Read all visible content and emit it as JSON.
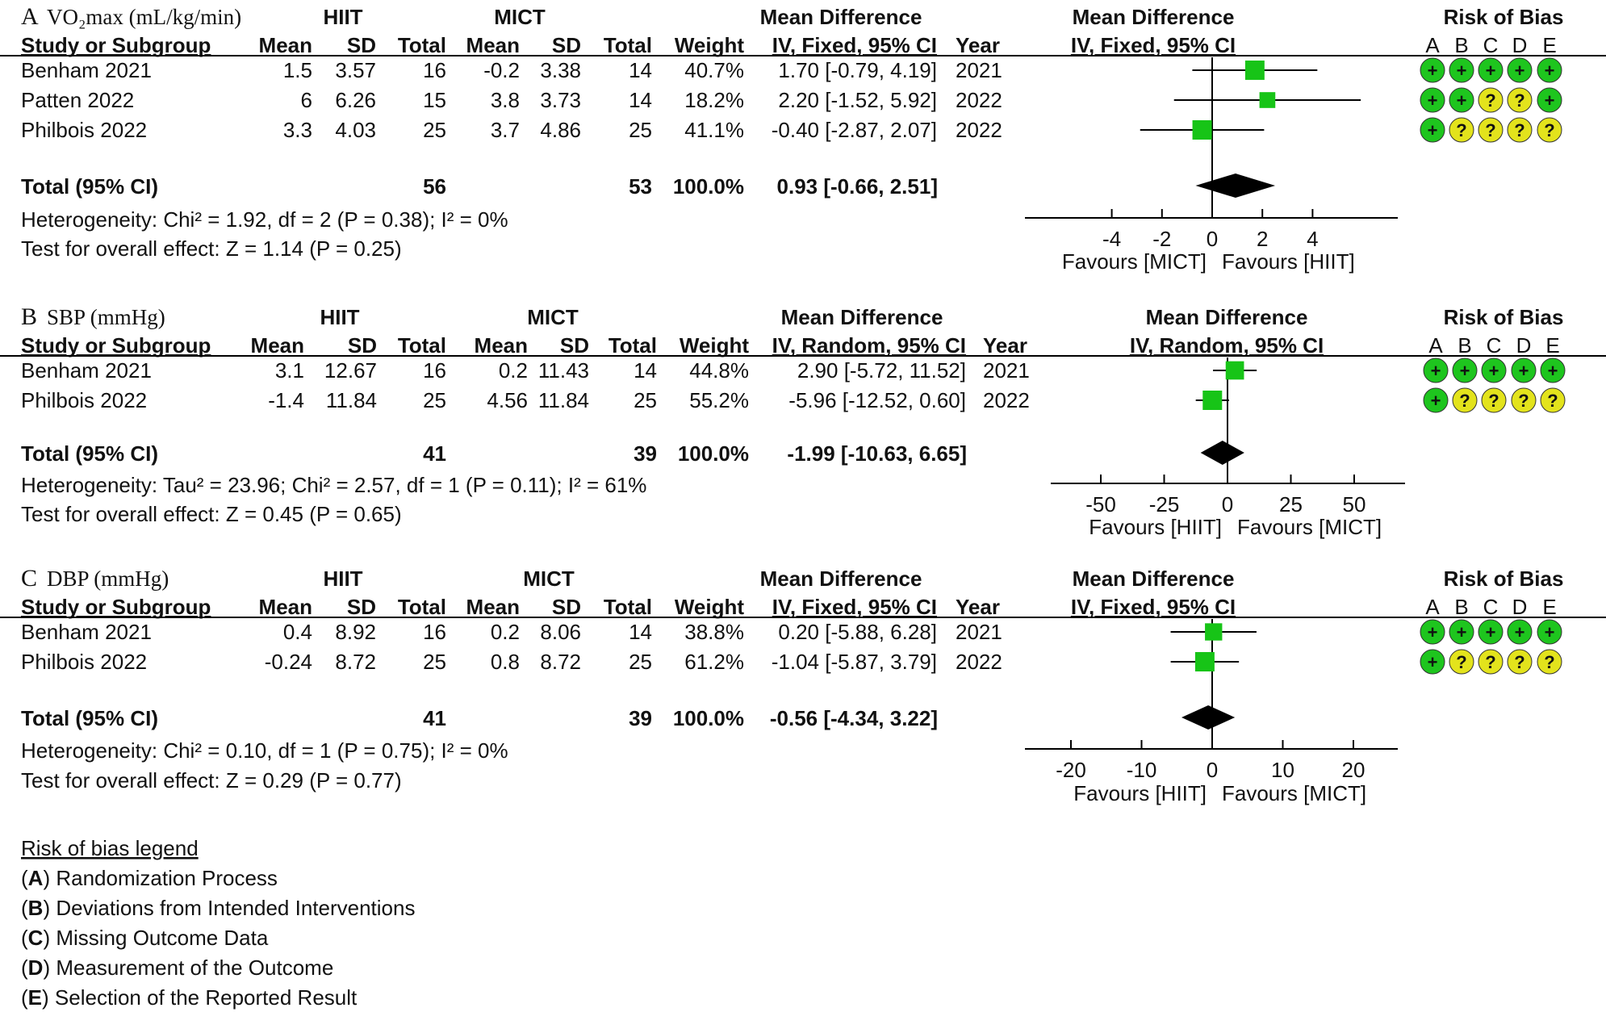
{
  "panels": [
    {
      "letter": "A",
      "outcome": "VO₂max (mL/kg/min)",
      "group1": "HIIT",
      "group2": "MICT",
      "md_header": "Mean Difference",
      "method": "IV, Fixed, 95% CI",
      "year_header": "Year",
      "col_headers": [
        "Study or Subgroup",
        "Mean",
        "SD",
        "Total",
        "Mean",
        "SD",
        "Total",
        "Weight"
      ],
      "studies": [
        {
          "name": "Benham 2021",
          "m1": "1.5",
          "sd1": "3.57",
          "n1": "16",
          "m2": "-0.2",
          "sd2": "3.38",
          "n2": "14",
          "weight": "40.7%",
          "ci_text": "1.70 [-0.79, 4.19]",
          "year": "2021"
        },
        {
          "name": "Patten 2022",
          "m1": "6",
          "sd1": "6.26",
          "n1": "15",
          "m2": "3.8",
          "sd2": "3.73",
          "n2": "14",
          "weight": "18.2%",
          "ci_text": "2.20 [-1.52, 5.92]",
          "year": "2022"
        },
        {
          "name": "Philbois 2022",
          "m1": "3.3",
          "sd1": "4.03",
          "n1": "25",
          "m2": "3.7",
          "sd2": "4.86",
          "n2": "25",
          "weight": "41.1%",
          "ci_text": "-0.40 [-2.87, 2.07]",
          "year": "2022"
        }
      ],
      "total": {
        "label": "Total (95% CI)",
        "n1": "56",
        "n2": "53",
        "weight": "100.0%",
        "ci_text": "0.93 [-0.66, 2.51]"
      },
      "heterogeneity": "Heterogeneity: Chi² = 1.92, df = 2 (P = 0.38); I² = 0%",
      "overall": "Test for overall effect: Z = 1.14 (P = 0.25)",
      "favours_left": "Favours [MICT]",
      "favours_right": "Favours [HIIT]",
      "rob": [
        [
          "+",
          "+",
          "+",
          "+",
          "+"
        ],
        [
          "+",
          "+",
          "?",
          "?",
          "+"
        ],
        [
          "+",
          "?",
          "?",
          "?",
          "?"
        ]
      ]
    },
    {
      "letter": "B",
      "outcome": "SBP (mmHg)",
      "group1": "HIIT",
      "group2": "MICT",
      "md_header": "Mean Difference",
      "method": "IV, Random, 95% CI",
      "year_header": "Year",
      "col_headers": [
        "Study or Subgroup",
        "Mean",
        "SD",
        "Total",
        "Mean",
        "SD",
        "Total",
        "Weight"
      ],
      "studies": [
        {
          "name": "Benham 2021",
          "m1": "3.1",
          "sd1": "12.67",
          "n1": "16",
          "m2": "0.2",
          "sd2": "11.43",
          "n2": "14",
          "weight": "44.8%",
          "ci_text": "2.90 [-5.72, 11.52]",
          "year": "2021"
        },
        {
          "name": "Philbois 2022",
          "m1": "-1.4",
          "sd1": "11.84",
          "n1": "25",
          "m2": "4.56",
          "sd2": "11.84",
          "n2": "25",
          "weight": "55.2%",
          "ci_text": "-5.96 [-12.52, 0.60]",
          "year": "2022"
        }
      ],
      "total": {
        "label": "Total (95% CI)",
        "n1": "41",
        "n2": "39",
        "weight": "100.0%",
        "ci_text": "-1.99 [-10.63, 6.65]"
      },
      "heterogeneity": "Heterogeneity: Tau² = 23.96; Chi² = 2.57, df = 1 (P = 0.11); I² = 61%",
      "overall": "Test for overall effect: Z = 0.45 (P = 0.65)",
      "favours_left": "Favours [HIIT]",
      "favours_right": "Favours [MICT]",
      "rob": [
        [
          "+",
          "+",
          "+",
          "+",
          "+"
        ],
        [
          "+",
          "?",
          "?",
          "?",
          "?"
        ]
      ]
    },
    {
      "letter": "C",
      "outcome": "DBP (mmHg)",
      "group1": "HIIT",
      "group2": "MICT",
      "md_header": "Mean Difference",
      "method": "IV, Fixed, 95% CI",
      "year_header": "Year",
      "col_headers": [
        "Study or Subgroup",
        "Mean",
        "SD",
        "Total",
        "Mean",
        "SD",
        "Total",
        "Weight"
      ],
      "studies": [
        {
          "name": "Benham 2021",
          "m1": "0.4",
          "sd1": "8.92",
          "n1": "16",
          "m2": "0.2",
          "sd2": "8.06",
          "n2": "14",
          "weight": "38.8%",
          "ci_text": "0.20 [-5.88, 6.28]",
          "year": "2021"
        },
        {
          "name": "Philbois 2022",
          "m1": "-0.24",
          "sd1": "8.72",
          "n1": "25",
          "m2": "0.8",
          "sd2": "8.72",
          "n2": "25",
          "weight": "61.2%",
          "ci_text": "-1.04 [-5.87, 3.79]",
          "year": "2022"
        }
      ],
      "total": {
        "label": "Total (95% CI)",
        "n1": "41",
        "n2": "39",
        "weight": "100.0%",
        "ci_text": "-0.56 [-4.34, 3.22]"
      },
      "heterogeneity": "Heterogeneity: Chi² = 0.10, df = 1 (P = 0.75); I² = 0%",
      "overall": "Test for overall effect: Z = 0.29 (P = 0.77)",
      "favours_left": "Favours [HIIT]",
      "favours_right": "Favours [MICT]",
      "rob": [
        [
          "+",
          "+",
          "+",
          "+",
          "+"
        ],
        [
          "+",
          "?",
          "?",
          "?",
          "?"
        ]
      ]
    }
  ],
  "rob_header": "Risk of Bias",
  "rob_columns": [
    "A",
    "B",
    "C",
    "D",
    "E"
  ],
  "legend": {
    "title": "Risk of bias legend",
    "items": [
      {
        "key": "A",
        "text": "Randomization Process"
      },
      {
        "key": "B",
        "text": "Deviations from Intended Interventions"
      },
      {
        "key": "C",
        "text": "Missing Outcome Data"
      },
      {
        "key": "D",
        "text": "Measurement of the Outcome"
      },
      {
        "key": "E",
        "text": "Selection of the Reported Result"
      }
    ]
  },
  "colors": {
    "square": "#17c417",
    "low_risk": "#1ec51e",
    "some_concerns": "#e3e31c",
    "diamond": "#000000",
    "line": "#000000"
  },
  "chart_data": [
    {
      "type": "forest",
      "panel": "A",
      "x_ticks": [
        -4,
        -2,
        0,
        2,
        4
      ],
      "xlim": [
        -7.5,
        7.5
      ],
      "studies": [
        {
          "label": "Benham 2021",
          "estimate": 1.7,
          "lower": -0.79,
          "upper": 4.19,
          "weight": 40.7
        },
        {
          "label": "Patten 2022",
          "estimate": 2.2,
          "lower": -1.52,
          "upper": 5.92,
          "weight": 18.2
        },
        {
          "label": "Philbois 2022",
          "estimate": -0.4,
          "lower": -2.87,
          "upper": 2.07,
          "weight": 41.1
        }
      ],
      "pooled": {
        "estimate": 0.93,
        "lower": -0.66,
        "upper": 2.51
      }
    },
    {
      "type": "forest",
      "panel": "B",
      "x_ticks": [
        -50,
        -25,
        0,
        25,
        50
      ],
      "xlim": [
        -70,
        70
      ],
      "studies": [
        {
          "label": "Benham 2021",
          "estimate": 2.9,
          "lower": -5.72,
          "upper": 11.52,
          "weight": 44.8
        },
        {
          "label": "Philbois 2022",
          "estimate": -5.96,
          "lower": -12.52,
          "upper": 0.6,
          "weight": 55.2
        }
      ],
      "pooled": {
        "estimate": -1.99,
        "lower": -10.63,
        "upper": 6.65
      }
    },
    {
      "type": "forest",
      "panel": "C",
      "x_ticks": [
        -20,
        -10,
        0,
        10,
        20
      ],
      "xlim": [
        -26.5,
        26.5
      ],
      "studies": [
        {
          "label": "Benham 2021",
          "estimate": 0.2,
          "lower": -5.88,
          "upper": 6.28,
          "weight": 38.8
        },
        {
          "label": "Philbois 2022",
          "estimate": -1.04,
          "lower": -5.87,
          "upper": 3.79,
          "weight": 61.2
        }
      ],
      "pooled": {
        "estimate": -0.56,
        "lower": -4.34,
        "upper": 3.22
      }
    }
  ]
}
